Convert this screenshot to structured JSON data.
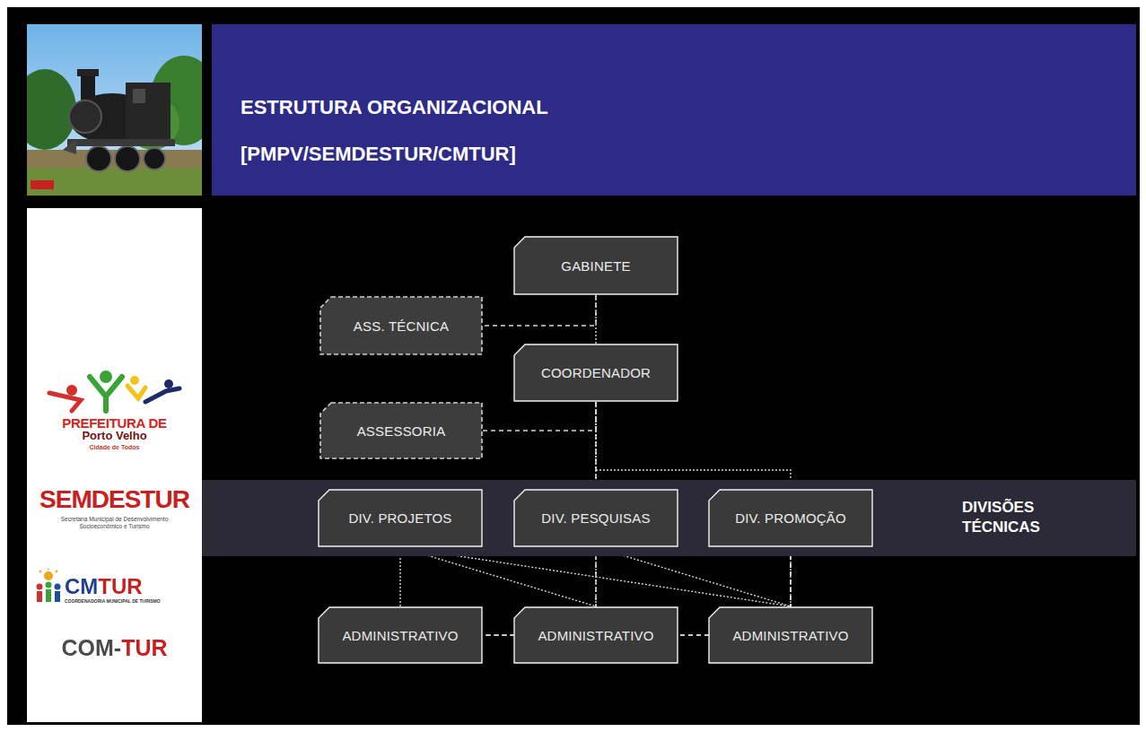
{
  "diagram": {
    "title": "ESTRUTURA ORGANIZACIONAL [PMPV/SEMDESTUR/CMTUR]",
    "nodes": [
      {
        "text": [
          "GABINETE"
        ]
      },
      {
        "text": [
          "ASS. TÉCNICA"
        ]
      },
      {
        "text": [
          "COORDENADOR"
        ]
      },
      {
        "text": [
          "ASSESSORIA"
        ]
      },
      {
        "text": [
          "DIVISÕES TÉCNICAS"
        ]
      },
      {
        "text": [
          "DIV. PROJETOS"
        ],
        "in": 4
      },
      {
        "text": [
          "DIV. PESQUISAS"
        ],
        "in": 4
      },
      {
        "text": [
          "DIV. PROMOÇÃO"
        ],
        "in": 4
      },
      {
        "text": [
          "ADMINISTRATIVO"
        ]
      },
      {
        "text": [
          "ADMINISTRATIVO"
        ]
      },
      {
        "text": [
          "ADMINISTRATIVO"
        ]
      }
    ],
    "edges": [
      {
        "from": 0,
        "to": 1,
        "arrow": "none"
      },
      {
        "from": 0,
        "to": 2,
        "arrow": "none"
      },
      {
        "from": 2,
        "to": 3,
        "arrow": "none"
      },
      {
        "from": 2,
        "to": 5,
        "arrow": "none"
      },
      {
        "from": 2,
        "to": 6,
        "arrow": "none"
      },
      {
        "from": 2,
        "to": 7,
        "arrow": "none"
      },
      {
        "from": 5,
        "to": 8,
        "arrow": "none"
      },
      {
        "from": 5,
        "to": 9,
        "arrow": "none"
      },
      {
        "from": 5,
        "to": 10,
        "arrow": "none"
      },
      {
        "from": 6,
        "to": 8,
        "arrow": "none"
      },
      {
        "from": 6,
        "to": 9,
        "arrow": "none"
      },
      {
        "from": 6,
        "to": 10,
        "arrow": "none"
      },
      {
        "from": 7,
        "to": 8,
        "arrow": "none"
      },
      {
        "from": 7,
        "to": 9,
        "arrow": "none"
      },
      {
        "from": 7,
        "to": 10,
        "arrow": "none"
      }
    ],
    "labels": [
      "PREFEITURA DE",
      "Porto Velho",
      "Cidade de Todos",
      "SEMDESTUR",
      "Secretaria Municipal de Desenvolvimento Socioeconômico e Turismo",
      "CMTUR",
      "COORDENADORIA MUNICIPAL DE TURISMO",
      "COM-TUR"
    ]
  }
}
